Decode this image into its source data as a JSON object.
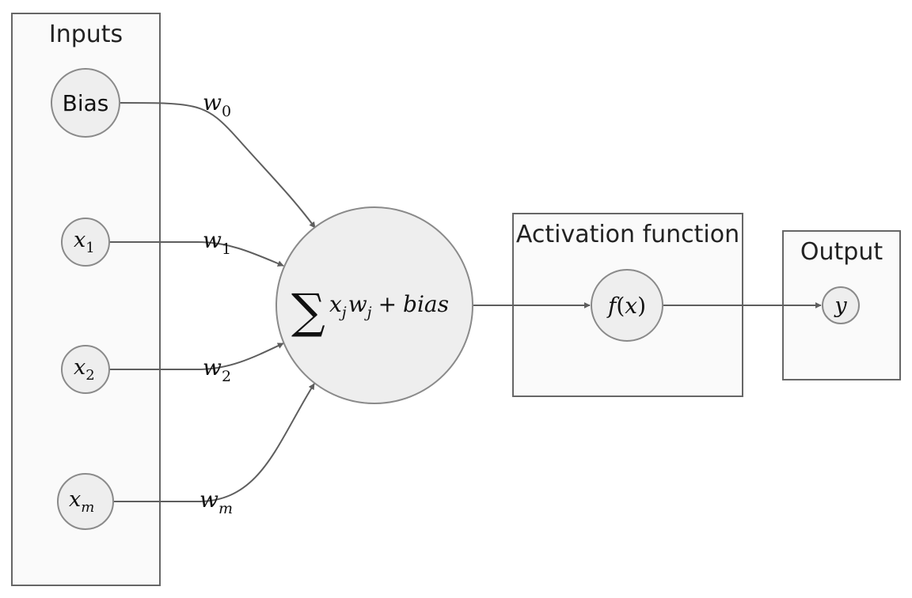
{
  "clusters": {
    "inputs": "Inputs",
    "activation": "Activation function",
    "output": "Output"
  },
  "nodes": {
    "bias": "Bias",
    "x1": {
      "base": "x",
      "sub": "1"
    },
    "x2": {
      "base": "x",
      "sub": "2"
    },
    "xm": {
      "base": "x",
      "sub": "m"
    },
    "sum": {
      "sigma": "∑",
      "x": "x",
      "x_sub": "j",
      "w": "w",
      "w_sub": "j",
      "plus": "+",
      "bias": "bias"
    },
    "activation": {
      "f": "f",
      "open": "(",
      "x": "x",
      "close": ")"
    },
    "output": "y"
  },
  "edges": {
    "w0": {
      "base": "w",
      "sub": "0"
    },
    "w1": {
      "base": "w",
      "sub": "1"
    },
    "w2": {
      "base": "w",
      "sub": "2"
    },
    "wm": {
      "base": "w",
      "sub": "m"
    }
  }
}
